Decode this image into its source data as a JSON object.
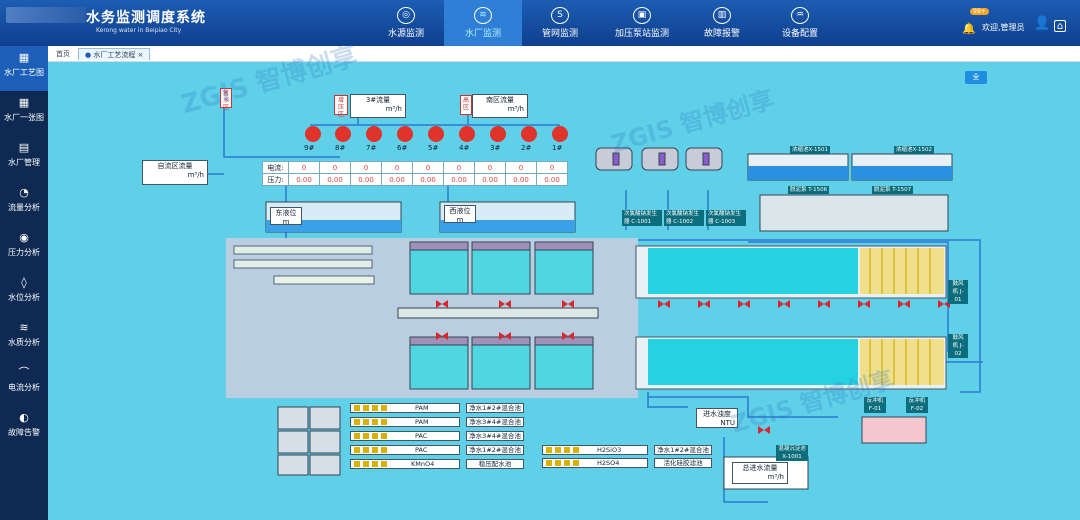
{
  "header": {
    "title": "水务监测调度系统",
    "subtitle": "Kerong water in Beipiao City",
    "user_greeting": "欢迎,管理员",
    "badge": "99+",
    "nav": [
      {
        "label": "水源监测"
      },
      {
        "label": "水厂监测"
      },
      {
        "label": "管网监测"
      },
      {
        "label": "加压泵站监测"
      },
      {
        "label": "故障报警"
      },
      {
        "label": "设备配置"
      }
    ]
  },
  "sidebar": {
    "items": [
      {
        "label": "水厂工艺图"
      },
      {
        "label": "水厂一张图"
      },
      {
        "label": "水厂管理"
      },
      {
        "label": "流量分析"
      },
      {
        "label": "压力分析"
      },
      {
        "label": "水位分析"
      },
      {
        "label": "水质分析"
      },
      {
        "label": "电流分析"
      },
      {
        "label": "故障告警"
      }
    ]
  },
  "tabs": {
    "home": "首页",
    "active": "水厂工艺流程",
    "close": "×"
  },
  "canvas": {
    "all_button": "全",
    "cistern_zone": "蓄水区",
    "zone_a": "增压区",
    "zone_b": "高区",
    "flow3_label": "3#流量",
    "flow3_unit": "m³/h",
    "south_flow_label": "南区流量",
    "south_flow_unit": "m³/h",
    "self_flow_label": "自流区流量",
    "self_flow_unit": "m³/h",
    "pumps": [
      "9#",
      "8#",
      "7#",
      "6#",
      "5#",
      "4#",
      "3#",
      "2#",
      "1#"
    ],
    "current_label": "电流:",
    "pressure_label": "压力:",
    "current_values": [
      "0",
      "0",
      "0",
      "0",
      "0",
      "0",
      "0",
      "0",
      "0"
    ],
    "pressure_values": [
      "0.00",
      "0.00",
      "0.00",
      "0.00",
      "0.00",
      "0.00",
      "0.00",
      "0.00",
      "0.00"
    ],
    "east_level": "东液位",
    "east_unit": "m",
    "west_level": "西液位",
    "west_unit": "m",
    "clarifier1": "浓缩池X-1501",
    "clarifier2": "浓缩池X-1502",
    "dewater1": "脱泥泵 T-1506",
    "dewater2": "脱泥泵 T-1507",
    "dosing": [
      "次氯酸钠发生器 C-1001",
      "次氯酸钠发生器 C-1002",
      "次氯酸钠发生器 C-1003"
    ],
    "blower1": "鼓风机 J-01",
    "blower2": "鼓风机 J-02",
    "backwash1": "反冲机 F-01",
    "backwash2": "反冲机 F-02",
    "inlet_turb": "进水浊度",
    "ntu": "NTU",
    "mix_tank": "混凝沉淀池 X-1001",
    "total_inlet": "总进水流量",
    "total_unit": "m³/h",
    "chemicals": [
      {
        "name": "PAM",
        "target": "净水1#2#混合池"
      },
      {
        "name": "PAM",
        "target": "净水3#4#混合池"
      },
      {
        "name": "PAC",
        "target": "净水3#4#混合池"
      },
      {
        "name": "PAC",
        "target": "净水1#2#混合池"
      },
      {
        "name": "KMnO4",
        "target": "稳压配水池"
      }
    ],
    "chemicals2": [
      {
        "name": "H2SiO3",
        "target": "净水1#2#混合池"
      },
      {
        "name": "H2SO4",
        "target": "活化硅胶滤池"
      }
    ],
    "watermark": "ZGIS 智博创享",
    "colors": {
      "bg": "#5fd0e8",
      "header": "#1c5db3",
      "pump": "#e0332b",
      "pipe": "#2a7ad1"
    }
  }
}
